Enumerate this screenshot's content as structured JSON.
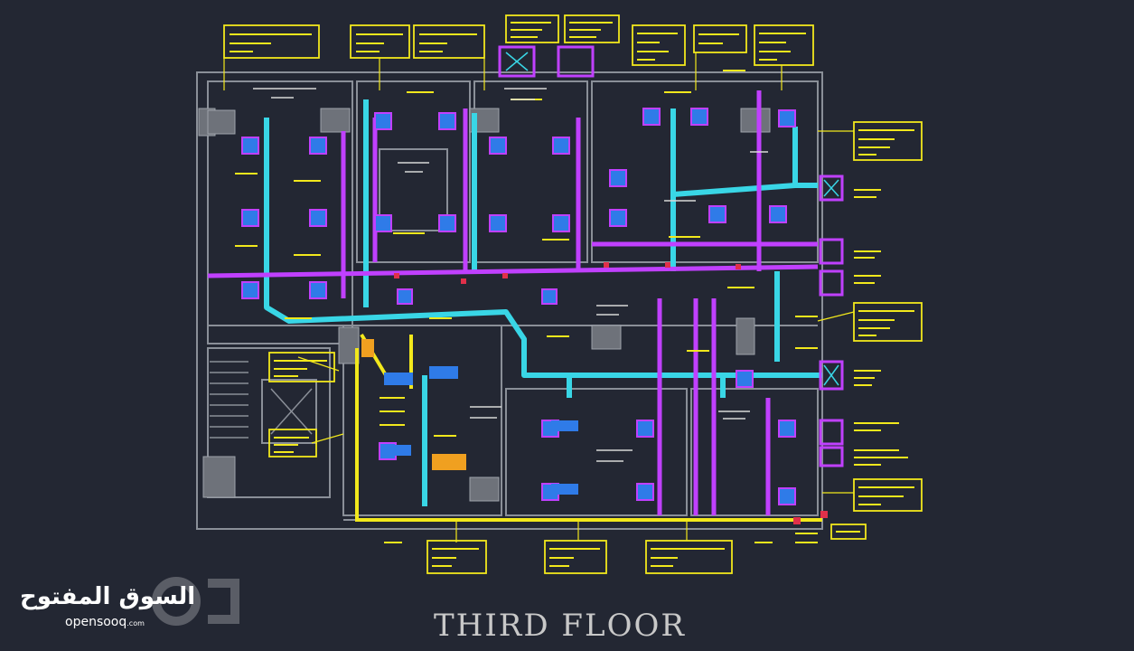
{
  "drawing": {
    "title": "THIRD FLOOR"
  },
  "watermark": {
    "arabic": "السوق المفتوح",
    "site": "opensooq",
    "domain_suffix": ".com"
  },
  "colors": {
    "background": "#232733",
    "walls": "#8a8f98",
    "duct_cyan": "#39d6e6",
    "duct_magenta": "#c040ff",
    "diffuser_blue": "#2f7be8",
    "tag_yellow": "#f2e81c",
    "duct_orange": "#f0a020"
  },
  "icons": [
    "tag-callout",
    "diffuser",
    "grille"
  ]
}
